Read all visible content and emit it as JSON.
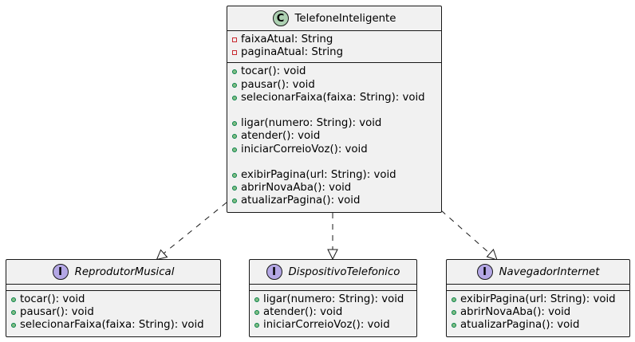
{
  "diagram": {
    "main_class": {
      "stereotype_letter": "C",
      "name": "TelefoneInteligente",
      "attributes": [
        {
          "visibility": "private",
          "text": "faixaAtual: String"
        },
        {
          "visibility": "private",
          "text": "paginaAtual: String"
        }
      ],
      "method_groups": [
        [
          {
            "visibility": "public",
            "text": "tocar(): void"
          },
          {
            "visibility": "public",
            "text": "pausar(): void"
          },
          {
            "visibility": "public",
            "text": "selecionarFaixa(faixa: String): void"
          }
        ],
        [
          {
            "visibility": "public",
            "text": "ligar(numero: String): void"
          },
          {
            "visibility": "public",
            "text": "atender(): void"
          },
          {
            "visibility": "public",
            "text": "iniciarCorreioVoz(): void"
          }
        ],
        [
          {
            "visibility": "public",
            "text": "exibirPagina(url: String): void"
          },
          {
            "visibility": "public",
            "text": "abrirNovaAba(): void"
          },
          {
            "visibility": "public",
            "text": "atualizarPagina(): void"
          }
        ]
      ]
    },
    "interfaces": [
      {
        "stereotype_letter": "I",
        "name": "ReprodutorMusical",
        "methods": [
          {
            "visibility": "public",
            "text": "tocar(): void"
          },
          {
            "visibility": "public",
            "text": "pausar(): void"
          },
          {
            "visibility": "public",
            "text": "selecionarFaixa(faixa: String): void"
          }
        ]
      },
      {
        "stereotype_letter": "I",
        "name": "DispositivoTelefonico",
        "methods": [
          {
            "visibility": "public",
            "text": "ligar(numero: String): void"
          },
          {
            "visibility": "public",
            "text": "atender(): void"
          },
          {
            "visibility": "public",
            "text": "iniciarCorreioVoz(): void"
          }
        ]
      },
      {
        "stereotype_letter": "I",
        "name": "NavegadorInternet",
        "methods": [
          {
            "visibility": "public",
            "text": "exibirPagina(url: String): void"
          },
          {
            "visibility": "public",
            "text": "abrirNovaAba(): void"
          },
          {
            "visibility": "public",
            "text": "atualizarPagina(): void"
          }
        ]
      }
    ],
    "relations": [
      {
        "from": "TelefoneInteligente",
        "to": "ReprodutorMusical",
        "kind": "realization"
      },
      {
        "from": "TelefoneInteligente",
        "to": "DispositivoTelefonico",
        "kind": "realization"
      },
      {
        "from": "TelefoneInteligente",
        "to": "NavegadorInternet",
        "kind": "realization"
      }
    ],
    "colors": {
      "box_fill": "#f1f1f1",
      "border": "#181818",
      "class_badge": "#add1b2",
      "interface_badge": "#b4a7e5",
      "public_fill": "#84be84",
      "public_stroke": "#038048",
      "private_stroke": "#c82930"
    }
  }
}
